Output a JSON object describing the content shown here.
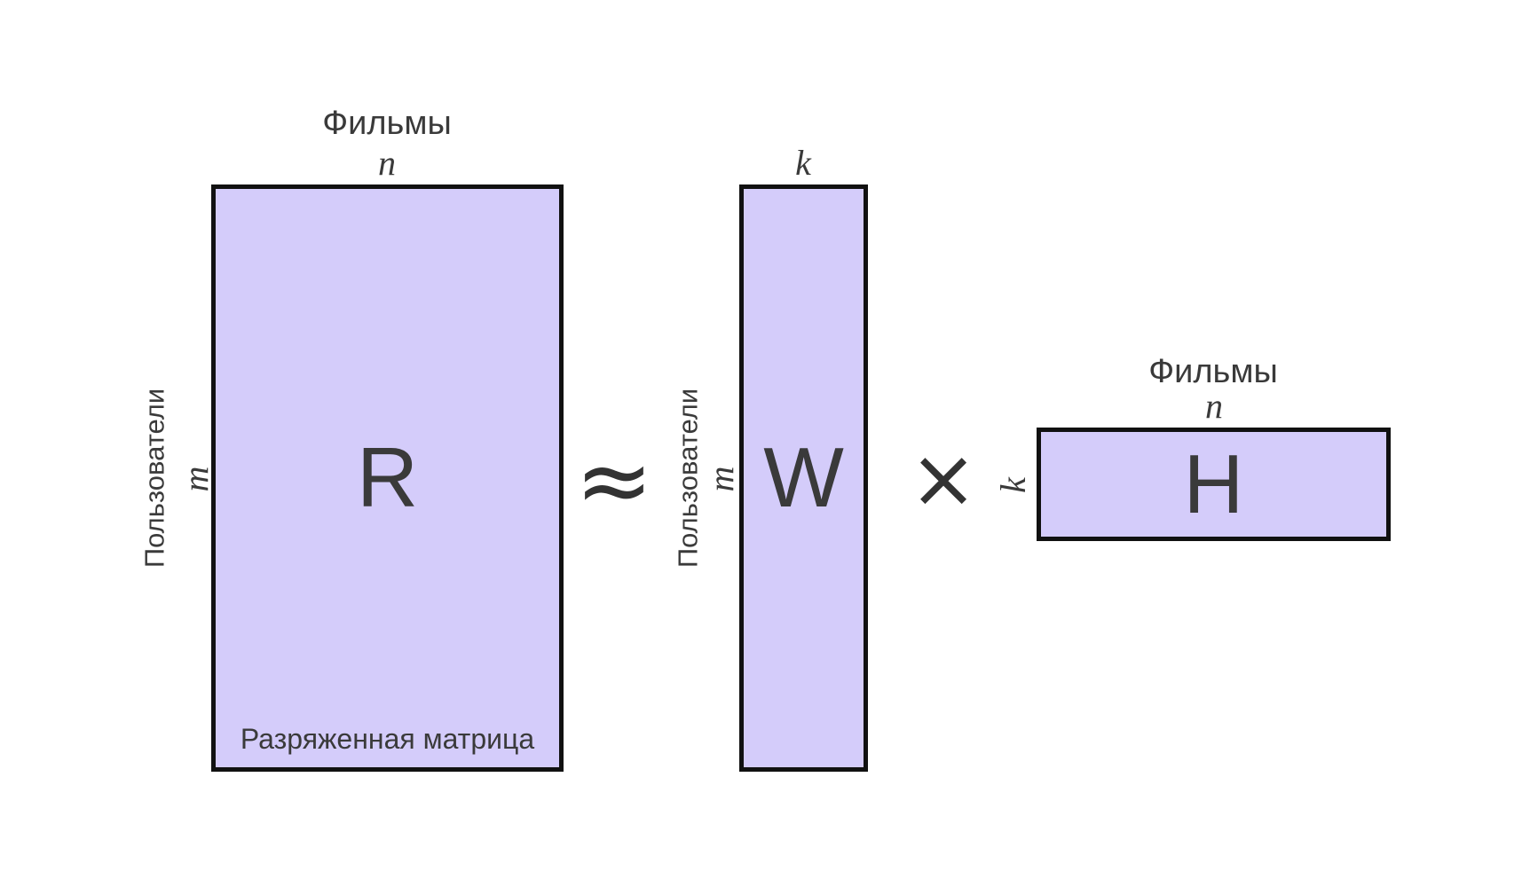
{
  "colors": {
    "fill": "#d4ccfa",
    "border": "#111111",
    "text": "#3a3a3a"
  },
  "operators": {
    "approx": "≈",
    "times": "×"
  },
  "matrices": {
    "r": {
      "letter": "R",
      "top_label": "Фильмы",
      "top_dim": "n",
      "side_label": "Пользователи",
      "side_dim": "m",
      "caption": "Разряженная матрица"
    },
    "w": {
      "letter": "W",
      "top_dim": "k",
      "side_label": "Пользователи",
      "side_dim": "m"
    },
    "h": {
      "letter": "H",
      "top_label": "Фильмы",
      "top_dim": "n",
      "side_dim": "k"
    }
  }
}
